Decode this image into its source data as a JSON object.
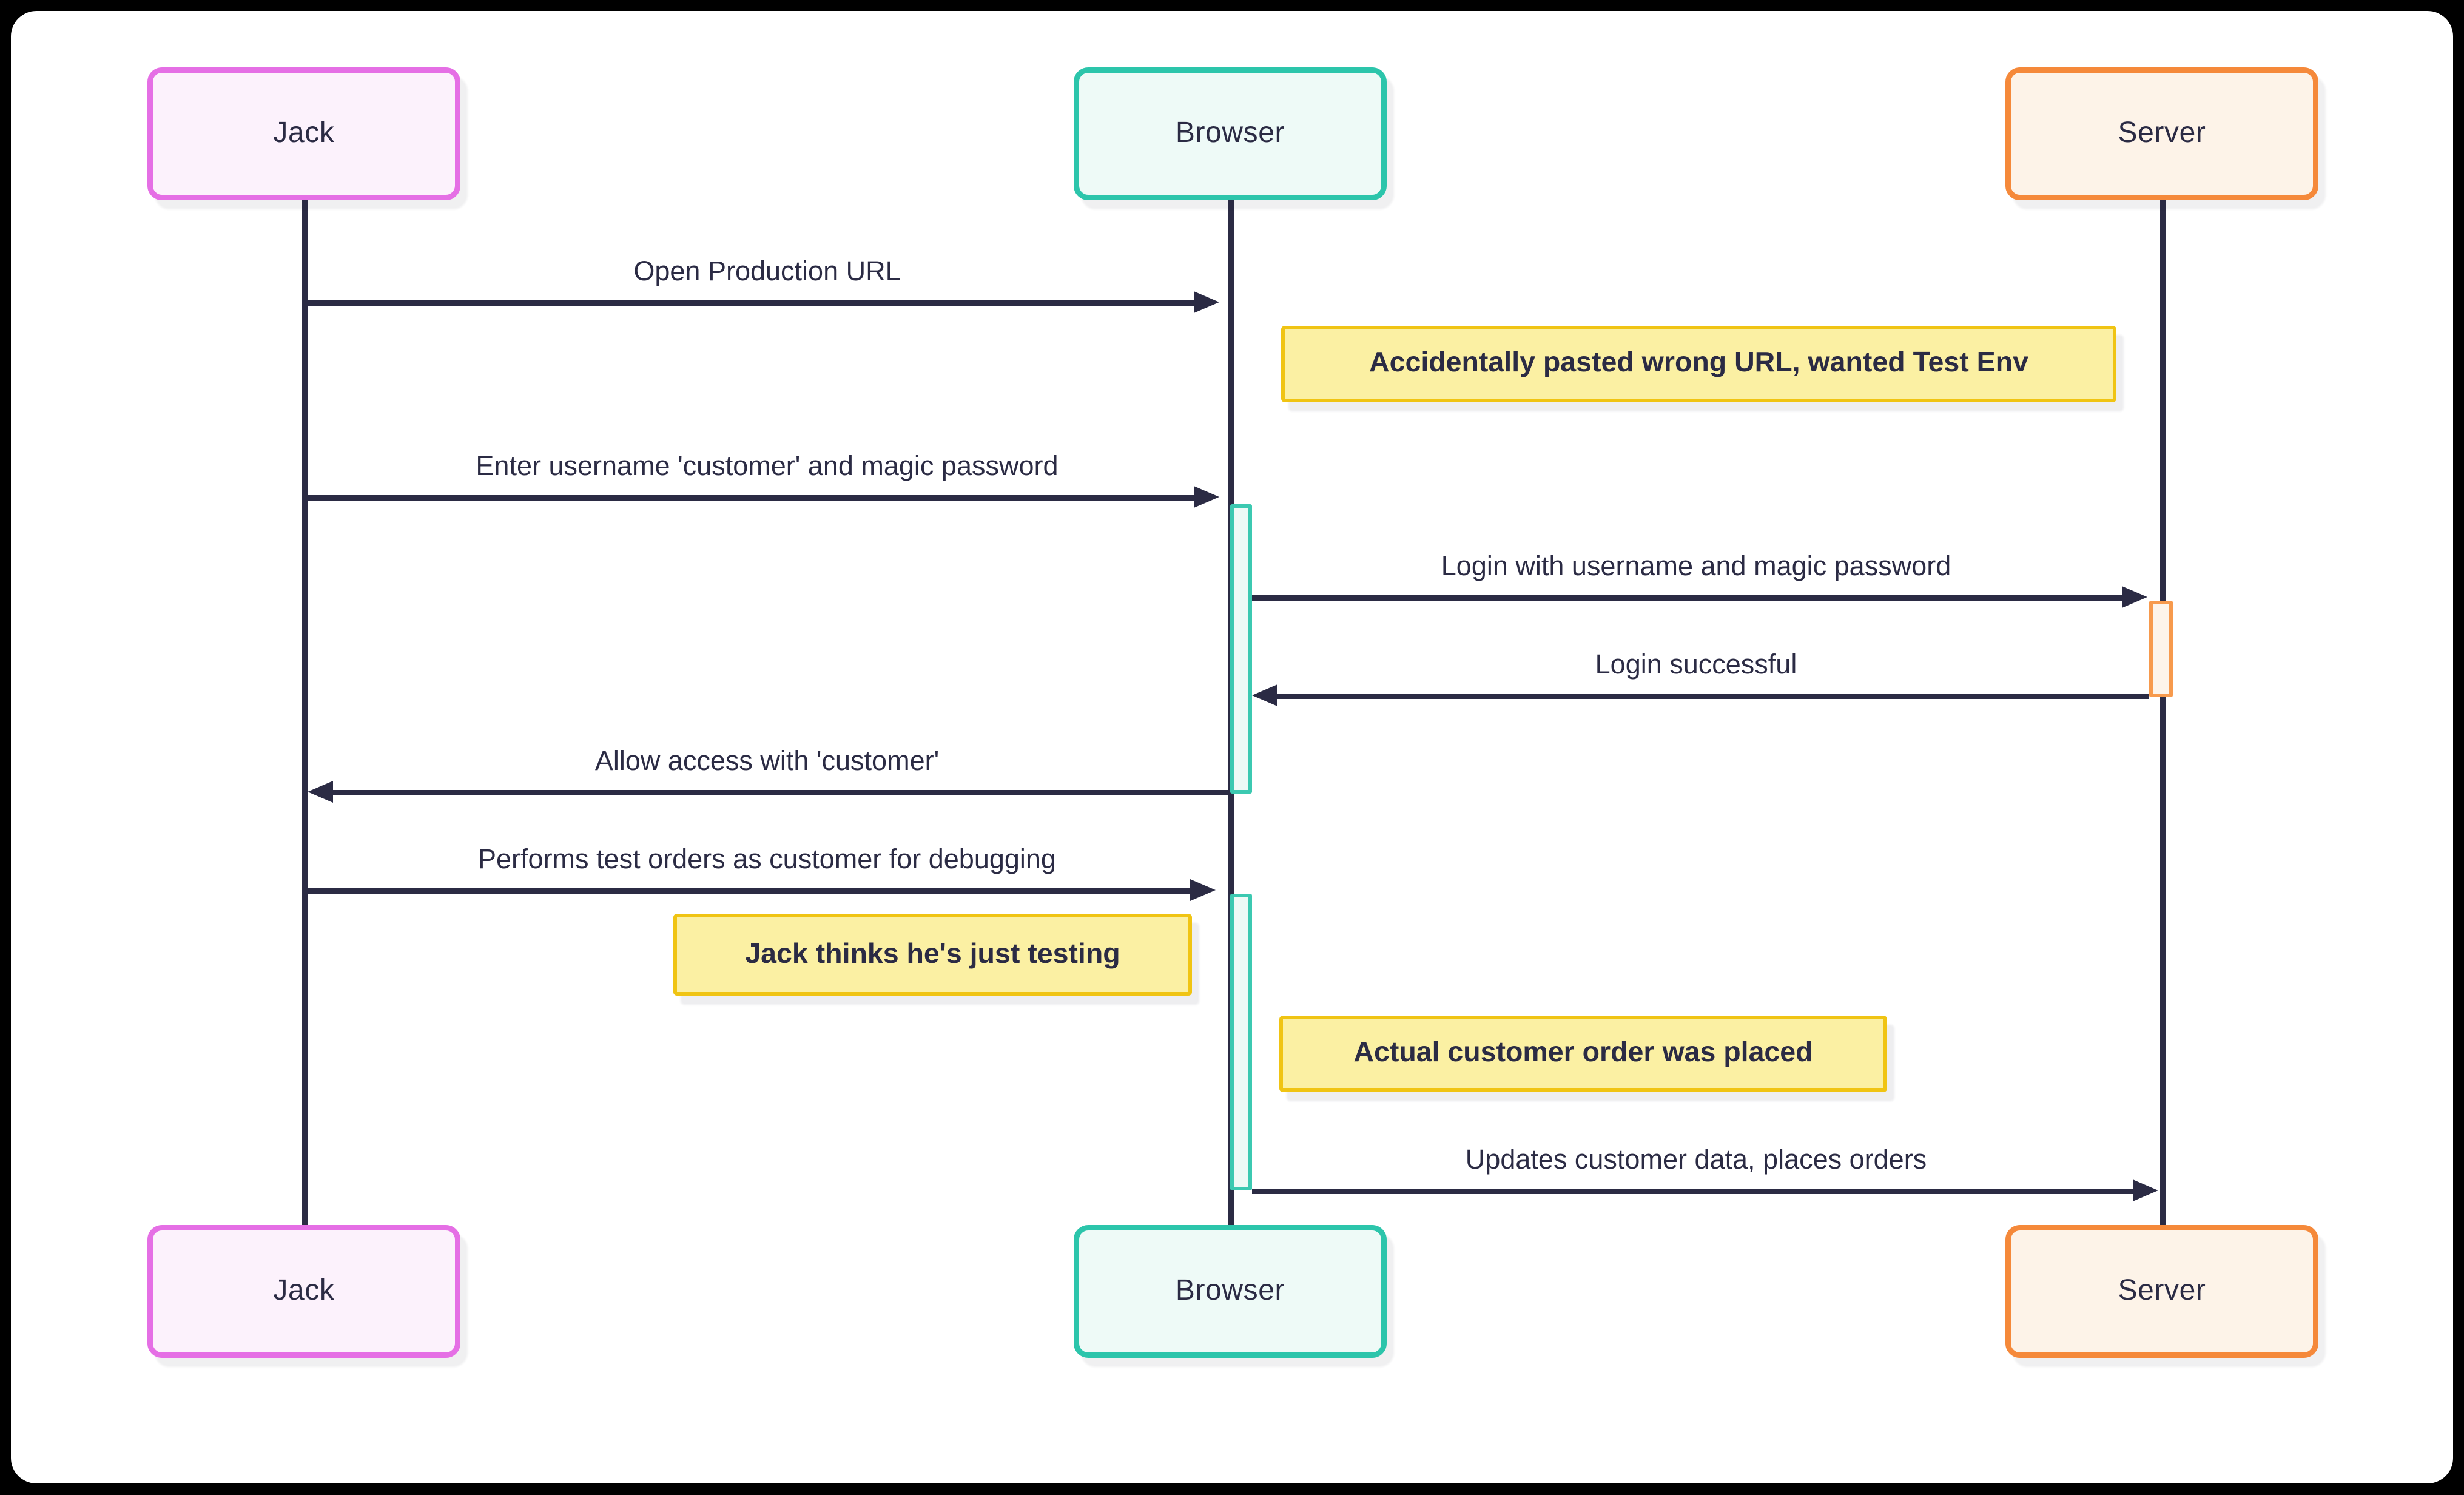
{
  "diagram": {
    "type": "sequence-diagram",
    "actors": [
      {
        "id": "jack",
        "label": "Jack",
        "fill": "#fcf2fc",
        "border": "#e56fe5"
      },
      {
        "id": "browser",
        "label": "Browser",
        "fill": "#eefaf7",
        "border": "#2cc5ab"
      },
      {
        "id": "server",
        "label": "Server",
        "fill": "#fdf3e8",
        "border": "#f5893a"
      }
    ],
    "messages": [
      {
        "label": "Open Production URL",
        "from": "Jack",
        "to": "Browser",
        "direction": "right"
      },
      {
        "label": "Enter username 'customer' and magic password",
        "from": "Jack",
        "to": "Browser",
        "direction": "right"
      },
      {
        "label": "Login with username and magic password",
        "from": "Browser",
        "to": "Server",
        "direction": "right"
      },
      {
        "label": "Login successful",
        "from": "Server",
        "to": "Browser",
        "direction": "left"
      },
      {
        "label": "Allow access with 'customer'",
        "from": "Browser",
        "to": "Jack",
        "direction": "left"
      },
      {
        "label": "Performs test orders as customer for debugging",
        "from": "Jack",
        "to": "Browser",
        "direction": "right"
      },
      {
        "label": "Updates customer data, places orders",
        "from": "Browser",
        "to": "Server",
        "direction": "right"
      }
    ],
    "notes": [
      {
        "label": "Accidentally pasted wrong URL, wanted Test Env",
        "position": "over Browser and Server"
      },
      {
        "label": "Jack thinks he's just testing",
        "position": "right of Jack"
      },
      {
        "label": "Actual customer order was placed",
        "position": "right of Browser"
      }
    ],
    "activations": [
      {
        "actor": "Browser",
        "from_message": "Enter username 'customer' and magic password",
        "to_message": "Allow access with 'customer'"
      },
      {
        "actor": "Server",
        "from_message": "Login with username and magic password",
        "to_message": "Login successful"
      },
      {
        "actor": "Browser",
        "from_message": "Performs test orders as customer for debugging",
        "to_message": "Updates customer data, places orders"
      }
    ],
    "palette": {
      "ink": "#2b2b44",
      "background": "#000000",
      "canvas": "#ffffff",
      "note_fill": "#fbf0a3",
      "note_border": "#f0c413",
      "browser_activation_fill": "#eefaf6",
      "browser_activation_border": "#3cc9b1",
      "server_activation_fill": "#fdf4ea",
      "server_activation_border": "#f79a4d"
    }
  }
}
